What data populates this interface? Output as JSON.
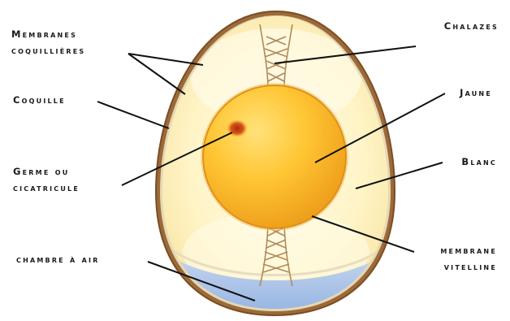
{
  "colors": {
    "shell": "#8a5a2c",
    "shell_light": "#c79a62",
    "membrane": "#e9ddc4",
    "white": "#fff4c6",
    "white_glow": "#fffbe6",
    "yolk_light": "#ffd24a",
    "yolk_dark": "#f0a21c",
    "germ": "#c33b12",
    "air": "#a9c4ea",
    "leader": "#111111"
  },
  "labels": {
    "membranes_l1": "Membranes",
    "membranes_l2": "coquillières",
    "coquille": "Coquille",
    "germe_l1": "Germe ou",
    "germe_l2": "cicatricule",
    "chambre": "chambre à air",
    "chalazes": "Chalazes",
    "jaune": "Jaune",
    "blanc": "Blanc",
    "membrane_l1": "membrane",
    "membrane_l2": "vitelline"
  }
}
